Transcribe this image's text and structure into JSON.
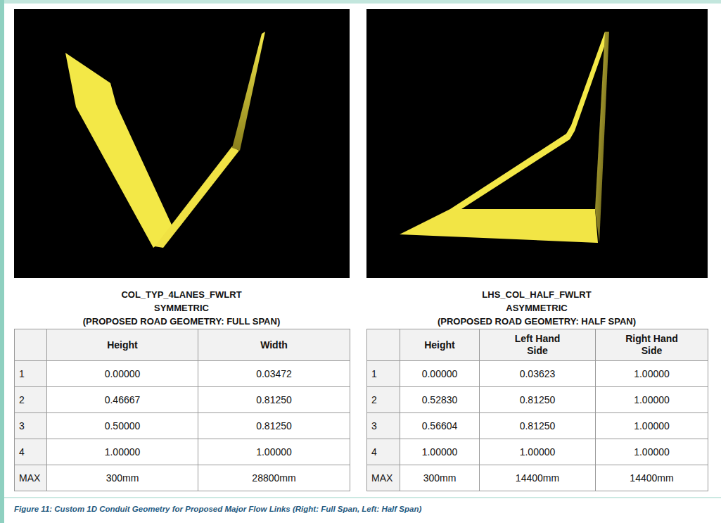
{
  "diagram": {
    "caption": "Figure 11: Custom 1D Conduit Geometry for Proposed Major Flow Links (Right: Full Span, Left: Half Span)",
    "labels": [
      "COL_TYP_4LANES_FWLRT",
      "SYMMETRIC",
      "(PROPOSED ROAD GEOMETRY: FULL SPAN)",
      "LHS_COL_HALF_FWLRT",
      "ASYMMETRIC",
      "(PROPOSED ROAD GEOMETRY: HALF SPAN)",
      "Height",
      "Width",
      "1",
      "0.00000",
      "0.03472",
      "2",
      "0.46667",
      "0.81250",
      "3",
      "0.50000",
      "0.81250",
      "4",
      "1.00000",
      "1.00000",
      "MAX",
      "300mm",
      "28800mm",
      "Height",
      "Left Hand Side",
      "Right Hand Side",
      "1",
      "0.00000",
      "0.03623",
      "1.00000",
      "2",
      "0.52830",
      "0.81250",
      "1.00000",
      "3",
      "0.56604",
      "0.81250",
      "1.00000",
      "4",
      "1.00000",
      "1.00000",
      "1.00000",
      "MAX",
      "300mm",
      "14400mm",
      "14400mm"
    ]
  }
}
